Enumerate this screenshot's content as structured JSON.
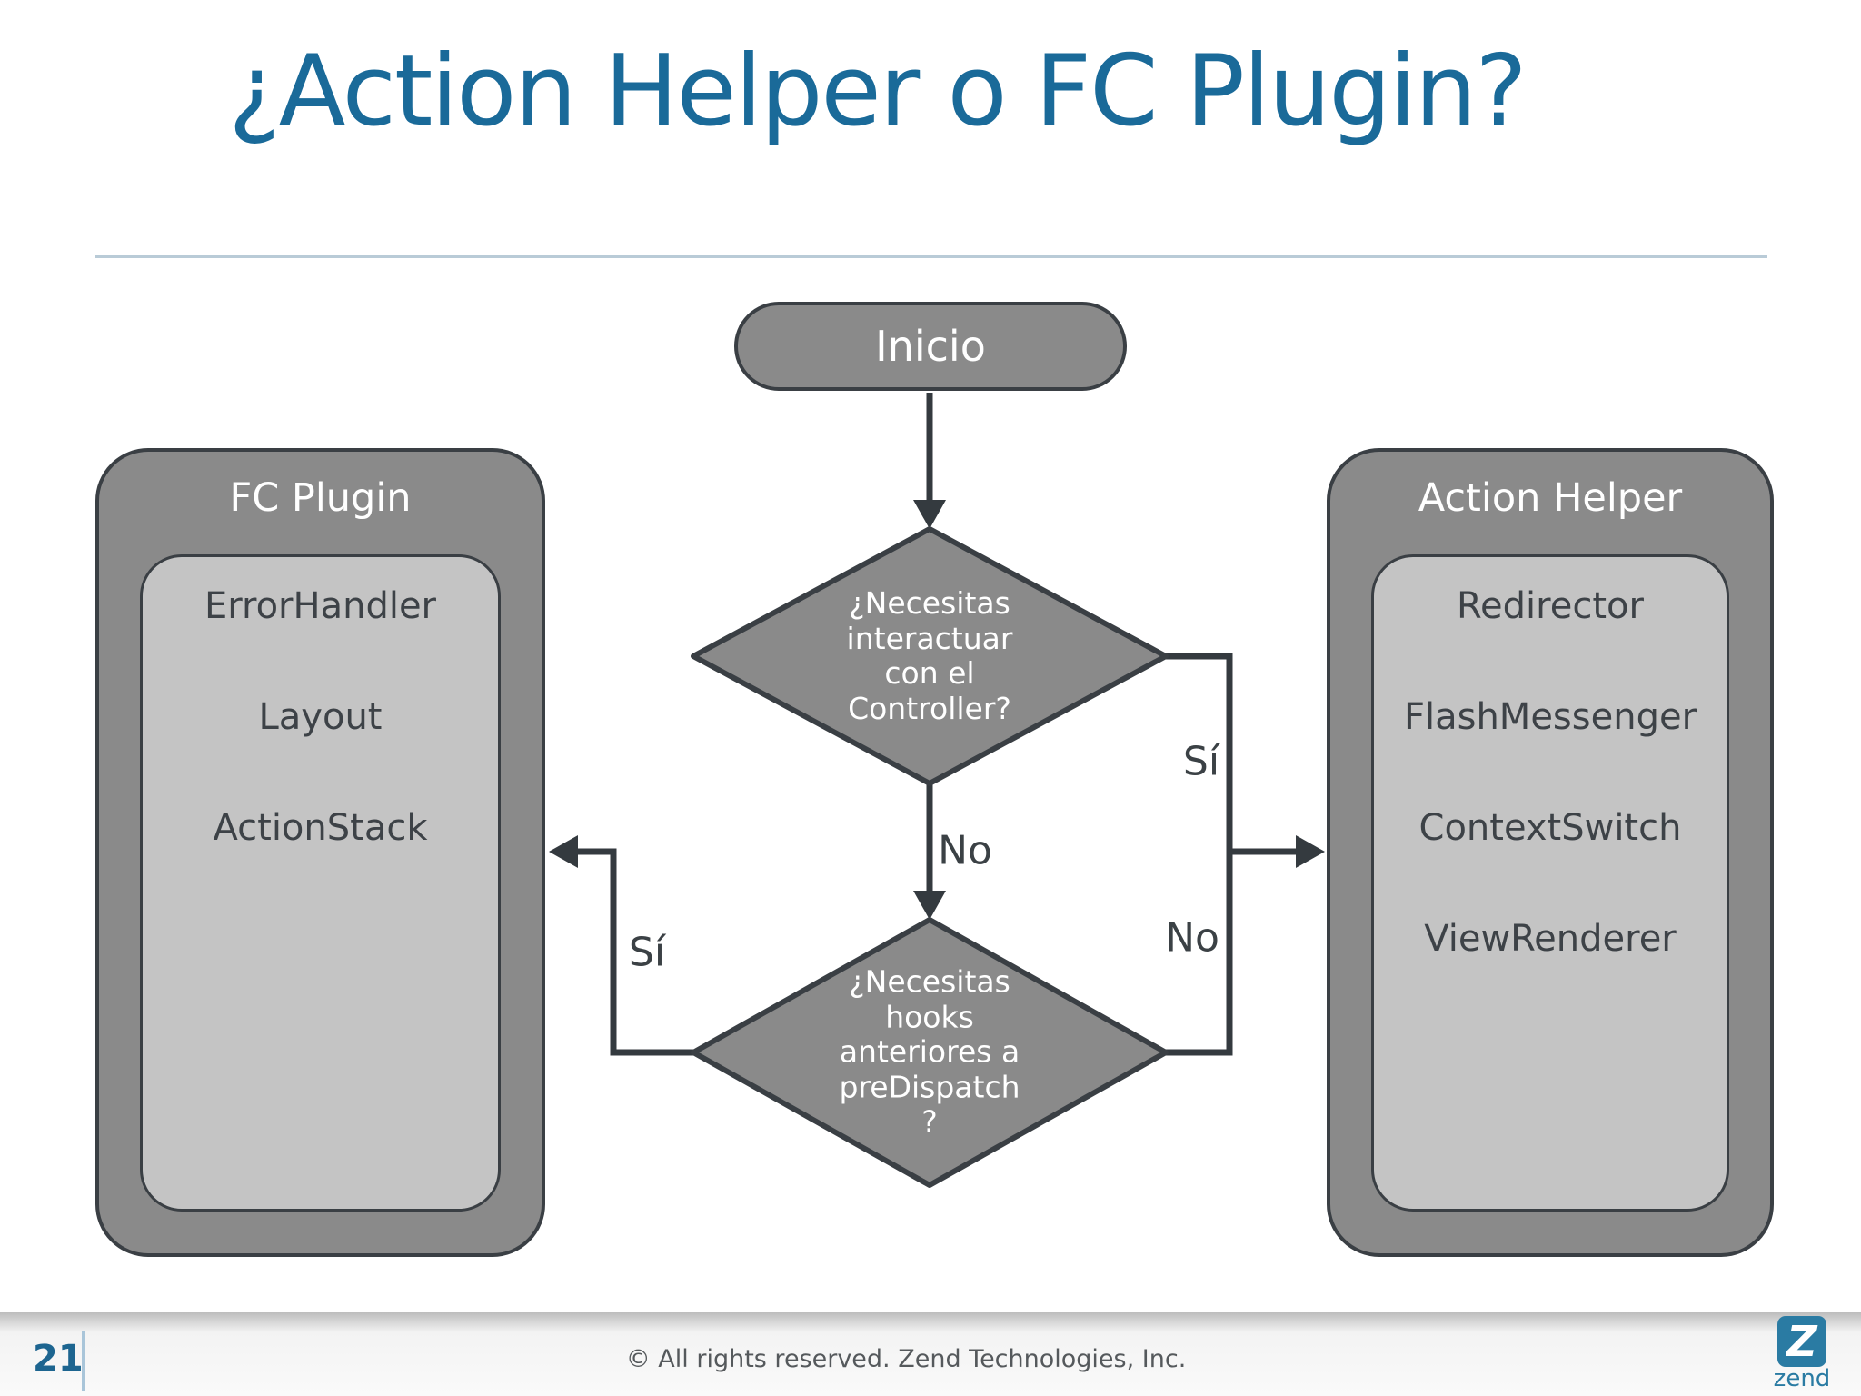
{
  "slide": {
    "title": "¿Action Helper o FC Plugin?",
    "page_number": "21",
    "copyright": "© All rights reserved. Zend Technologies, Inc.",
    "logo": {
      "letter": "Z",
      "wordmark": "zend"
    }
  },
  "flowchart": {
    "start_label": "Inicio",
    "decision_controller": "¿Necesitas\ninteractuar\ncon el\nController?",
    "decision_hooks": "¿Necesitas\nhooks\nanteriores a\npreDispatch\n?",
    "edge_labels": {
      "controller_yes": "Sí",
      "controller_no": "No",
      "hooks_yes": "Sí",
      "hooks_no": "No"
    },
    "fc_plugin": {
      "title": "FC Plugin",
      "items": [
        "ErrorHandler",
        "Layout",
        "ActionStack"
      ]
    },
    "action_helper": {
      "title": "Action Helper",
      "items": [
        "Redirector",
        "FlashMessenger",
        "ContextSwitch",
        "ViewRenderer"
      ]
    }
  },
  "colors": {
    "title_blue": "#1a6a99",
    "shape_gray": "#8a8a8a",
    "inner_gray": "#c4c4c4",
    "outline_dark": "#3a3f44",
    "rule_light_blue": "#b9cbd7",
    "footer_text_gray": "#55595c",
    "page_number_blue": "#1d6590",
    "zend_teal": "#2a7ba3"
  }
}
